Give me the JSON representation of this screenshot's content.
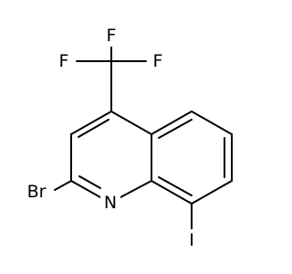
{
  "colors": {
    "background": "#ffffff",
    "bond": "#000000",
    "fluorine": "#000000",
    "nitrogen": "#000000",
    "bromine": "#000000",
    "iodine": "#000000"
  },
  "atoms": {
    "f_top": "F",
    "f_left": "F",
    "f_right": "F",
    "nitrogen": "N",
    "bromine": "Br",
    "iodine": "I"
  }
}
